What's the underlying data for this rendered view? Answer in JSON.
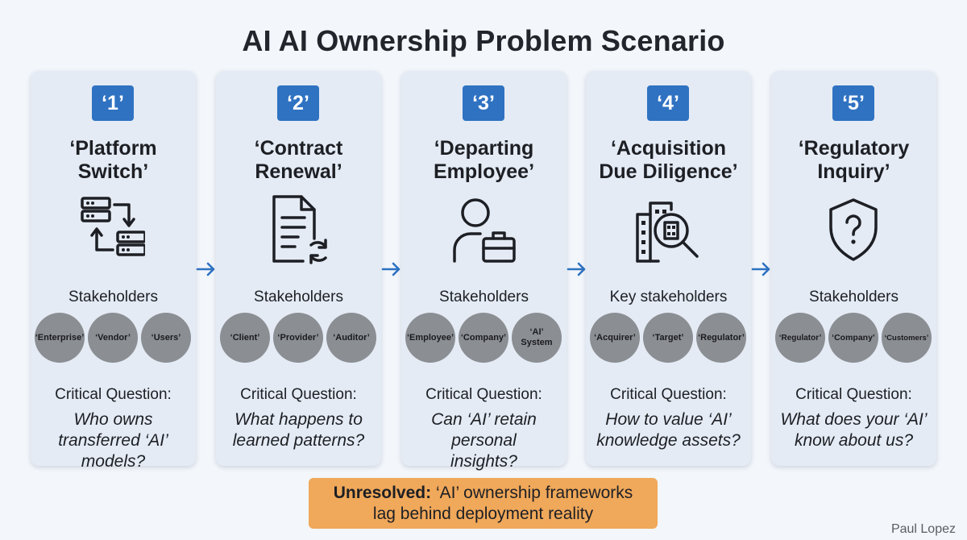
{
  "title": "AI AI Ownership Problem Scenario",
  "colors": {
    "badge": "#2f72c2",
    "arrow": "#2f72c2",
    "footer_bg": "#f0a85a",
    "card_bg": "#e4ebf4",
    "stakeholder_circle": "#8b8e93"
  },
  "cards": [
    {
      "number": "‘1’",
      "title_line1": "‘Platform",
      "title_line2": "Switch’",
      "icon": "server-transfer-icon",
      "stakeholders_label": "Stakeholders",
      "stakeholders": [
        "‘Enterprise’",
        "‘Vendor’",
        "‘Users’"
      ],
      "question_label": "Critical Question:",
      "question": "Who owns transferred ‘AI’ models?"
    },
    {
      "number": "‘2’",
      "title_line1": "‘Contract",
      "title_line2": "Renewal’",
      "icon": "document-refresh-icon",
      "stakeholders_label": "Stakeholders",
      "stakeholders": [
        "‘Client’",
        "‘Provider’",
        "‘Auditor’"
      ],
      "question_label": "Critical Question:",
      "question": "What happens to learned patterns?"
    },
    {
      "number": "‘3’",
      "title_line1": "‘Departing",
      "title_line2": "Employee’",
      "icon": "person-briefcase-icon",
      "stakeholders_label": "Stakeholders",
      "stakeholders": [
        "‘Employee’",
        "‘Company’",
        "‘AI’ System"
      ],
      "question_label": "Critical Question:",
      "question": "Can ‘AI’ retain personal insights?"
    },
    {
      "number": "‘4’",
      "title_line1": "‘Acquisition",
      "title_line2": "Due Diligence’",
      "icon": "building-magnifier-icon",
      "stakeholders_label": "Key stakeholders",
      "stakeholders": [
        "‘Acquirer’",
        "‘Target’",
        "‘Regulator’"
      ],
      "question_label": "Critical Question:",
      "question": "How to value ‘AI’ knowledge assets?"
    },
    {
      "number": "‘5’",
      "title_line1": "‘Regulatory",
      "title_line2": "Inquiry’",
      "icon": "shield-question-icon",
      "stakeholders_label": "Stakeholders",
      "stakeholders": [
        "‘Regulator’",
        "‘Company’",
        "‘Customers’"
      ],
      "question_label": "Critical Question:",
      "question": "What does your ‘AI’ know about us?"
    }
  ],
  "footer": {
    "bold": "Unresolved:",
    "line1_rest": " ‘AI’ ownership frameworks",
    "line2": "lag behind deployment reality"
  },
  "author": "Paul Lopez"
}
